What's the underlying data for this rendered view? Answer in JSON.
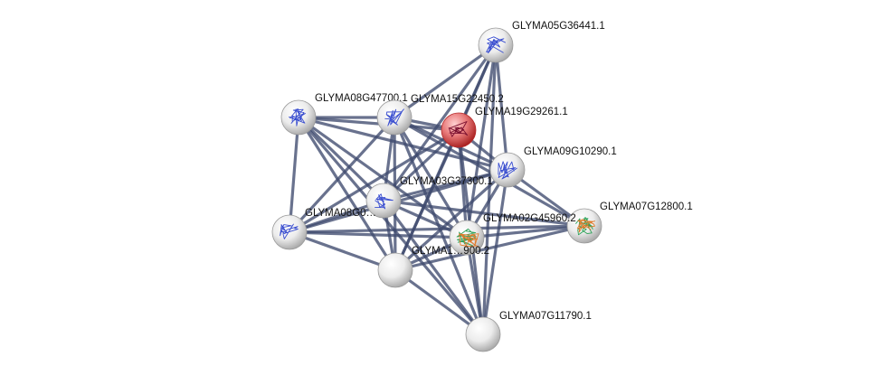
{
  "network": {
    "query_node": "GLYMA19G29261.1",
    "nodes": [
      {
        "id": "GLYMA05G36441.1",
        "label": "GLYMA05G36441.1",
        "type": "structure",
        "highlight": false
      },
      {
        "id": "GLYMA08G47700.1",
        "label": "GLYMA08G47700.1",
        "type": "structure",
        "highlight": false
      },
      {
        "id": "GLYMA15G22450.2",
        "label": "GLYMA15G22450.2",
        "type": "structure",
        "highlight": false
      },
      {
        "id": "GLYMA19G29261.1",
        "label": "GLYMA19G29261.1",
        "type": "structure",
        "highlight": true
      },
      {
        "id": "GLYMA09G10290.1",
        "label": "GLYMA09G10290.1",
        "type": "structure",
        "highlight": false
      },
      {
        "id": "GLYMA03G37300.1",
        "label": "GLYMA03G37300.1",
        "type": "structure",
        "highlight": false
      },
      {
        "id": "GLYMA07G12800.1",
        "label": "GLYMA07G12800.1",
        "type": "structure-alt",
        "highlight": false
      },
      {
        "id": "GLYMA08G0xxxx.1",
        "label": "GLYMA08G0…",
        "type": "structure",
        "highlight": false
      },
      {
        "id": "GLYMA02G45960.2",
        "label": "GLYMA02G45960.2",
        "type": "structure-alt",
        "highlight": false
      },
      {
        "id": "GLYMA1xG0x900.2",
        "label": "GLYMA1…900.2",
        "type": "empty",
        "highlight": false
      },
      {
        "id": "GLYMA07G11790.1",
        "label": "GLYMA07G11790.1",
        "type": "empty",
        "highlight": false
      }
    ],
    "edges": [
      [
        "GLYMA05G36441.1",
        "GLYMA15G22450.2"
      ],
      [
        "GLYMA05G36441.1",
        "GLYMA19G29261.1"
      ],
      [
        "GLYMA05G36441.1",
        "GLYMA09G10290.1"
      ],
      [
        "GLYMA05G36441.1",
        "GLYMA03G37300.1"
      ],
      [
        "GLYMA05G36441.1",
        "GLYMA02G45960.2"
      ],
      [
        "GLYMA05G36441.1",
        "GLYMA1xG0x900.2"
      ],
      [
        "GLYMA05G36441.1",
        "GLYMA07G11790.1"
      ],
      [
        "GLYMA08G47700.1",
        "GLYMA15G22450.2"
      ],
      [
        "GLYMA08G47700.1",
        "GLYMA19G29261.1"
      ],
      [
        "GLYMA08G47700.1",
        "GLYMA09G10290.1"
      ],
      [
        "GLYMA08G47700.1",
        "GLYMA03G37300.1"
      ],
      [
        "GLYMA08G47700.1",
        "GLYMA08G0xxxx.1"
      ],
      [
        "GLYMA08G47700.1",
        "GLYMA02G45960.2"
      ],
      [
        "GLYMA08G47700.1",
        "GLYMA1xG0x900.2"
      ],
      [
        "GLYMA08G47700.1",
        "GLYMA07G11790.1"
      ],
      [
        "GLYMA15G22450.2",
        "GLYMA19G29261.1"
      ],
      [
        "GLYMA15G22450.2",
        "GLYMA09G10290.1"
      ],
      [
        "GLYMA15G22450.2",
        "GLYMA03G37300.1"
      ],
      [
        "GLYMA15G22450.2",
        "GLYMA08G0xxxx.1"
      ],
      [
        "GLYMA15G22450.2",
        "GLYMA02G45960.2"
      ],
      [
        "GLYMA15G22450.2",
        "GLYMA1xG0x900.2"
      ],
      [
        "GLYMA15G22450.2",
        "GLYMA07G11790.1"
      ],
      [
        "GLYMA15G22450.2",
        "GLYMA07G12800.1"
      ],
      [
        "GLYMA19G29261.1",
        "GLYMA09G10290.1"
      ],
      [
        "GLYMA19G29261.1",
        "GLYMA03G37300.1"
      ],
      [
        "GLYMA19G29261.1",
        "GLYMA08G0xxxx.1"
      ],
      [
        "GLYMA19G29261.1",
        "GLYMA02G45960.2"
      ],
      [
        "GLYMA19G29261.1",
        "GLYMA1xG0x900.2"
      ],
      [
        "GLYMA19G29261.1",
        "GLYMA07G11790.1"
      ],
      [
        "GLYMA09G10290.1",
        "GLYMA03G37300.1"
      ],
      [
        "GLYMA09G10290.1",
        "GLYMA08G0xxxx.1"
      ],
      [
        "GLYMA09G10290.1",
        "GLYMA02G45960.2"
      ],
      [
        "GLYMA09G10290.1",
        "GLYMA1xG0x900.2"
      ],
      [
        "GLYMA09G10290.1",
        "GLYMA07G11790.1"
      ],
      [
        "GLYMA09G10290.1",
        "GLYMA07G12800.1"
      ],
      [
        "GLYMA03G37300.1",
        "GLYMA08G0xxxx.1"
      ],
      [
        "GLYMA03G37300.1",
        "GLYMA02G45960.2"
      ],
      [
        "GLYMA03G37300.1",
        "GLYMA1xG0x900.2"
      ],
      [
        "GLYMA03G37300.1",
        "GLYMA07G11790.1"
      ],
      [
        "GLYMA03G37300.1",
        "GLYMA07G12800.1"
      ],
      [
        "GLYMA08G0xxxx.1",
        "GLYMA02G45960.2"
      ],
      [
        "GLYMA08G0xxxx.1",
        "GLYMA1xG0x900.2"
      ],
      [
        "GLYMA08G0xxxx.1",
        "GLYMA07G12800.1"
      ],
      [
        "GLYMA02G45960.2",
        "GLYMA1xG0x900.2"
      ],
      [
        "GLYMA02G45960.2",
        "GLYMA07G11790.1"
      ],
      [
        "GLYMA02G45960.2",
        "GLYMA07G12800.1"
      ],
      [
        "GLYMA1xG0x900.2",
        "GLYMA07G11790.1"
      ],
      [
        "GLYMA1xG0x900.2",
        "GLYMA07G12800.1"
      ]
    ]
  },
  "colors": {
    "edge": "#3f4a6e",
    "node_fill": "#f2f2f2",
    "node_shade": "#a9a9a9",
    "query_fill": "#f08a8a",
    "query_shade": "#b52a2a",
    "structure": "#3b4fd0",
    "structure_alt": "#2fa35a",
    "query_structure": "#7a1030"
  }
}
